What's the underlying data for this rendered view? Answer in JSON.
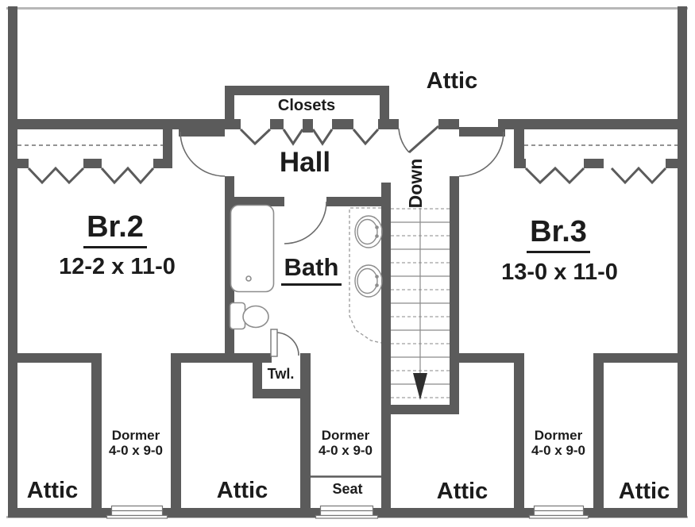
{
  "floorplan": {
    "labels": {
      "attic_top": "Attic",
      "closets": "Closets",
      "hall": "Hall",
      "down": "Down",
      "bath": "Bath",
      "twl": "Twl.",
      "seat": "Seat"
    },
    "rooms": [
      {
        "id": "br2",
        "name": "Br.2",
        "dims": "12-2 x 11-0"
      },
      {
        "id": "br3",
        "name": "Br.3",
        "dims": "13-0 x 11-0"
      }
    ],
    "dormers": [
      {
        "label": "Dormer",
        "dims": "4-0 x 9-0"
      },
      {
        "label": "Dormer",
        "dims": "4-0 x 9-0"
      },
      {
        "label": "Dormer",
        "dims": "4-0 x 9-0"
      }
    ],
    "attics": [
      "Attic",
      "Attic",
      "Attic",
      "Attic"
    ],
    "stairs": {
      "direction": "down",
      "label": "Down"
    },
    "colors": {
      "wall": "#5b5b5b",
      "thin_line": "#b7b7b7",
      "text": "#1c1c1c",
      "fixture": "#8d8d8d"
    }
  }
}
